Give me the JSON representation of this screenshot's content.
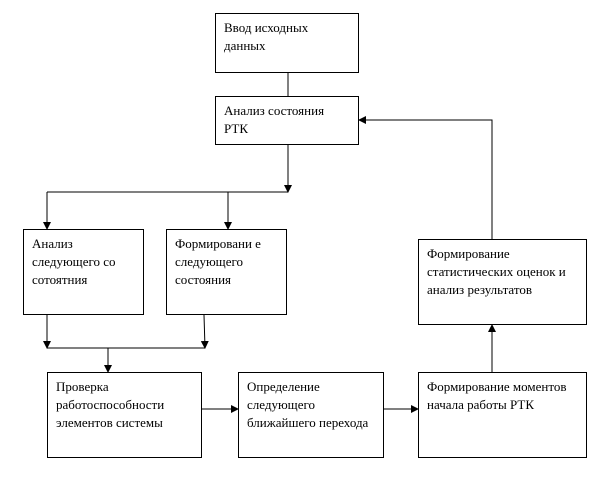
{
  "nodes": {
    "input": "Ввод исходных данных",
    "analysis_rtk": "Анализ состояния РТК",
    "analysis_next": "Анализ следующего со сотоятния",
    "forming_next": "Формировани е следующего состояния",
    "statistics": "Формирование статистических оценок и анализ результатов",
    "check": "Проверка работоспособности элементов системы",
    "next_transition": "Определение следующего ближайшего перехода",
    "moments": "Формирование моментов начала работы РТК"
  },
  "colors": {
    "line": "#000000",
    "box_border": "#000000",
    "background": "#ffffff"
  }
}
